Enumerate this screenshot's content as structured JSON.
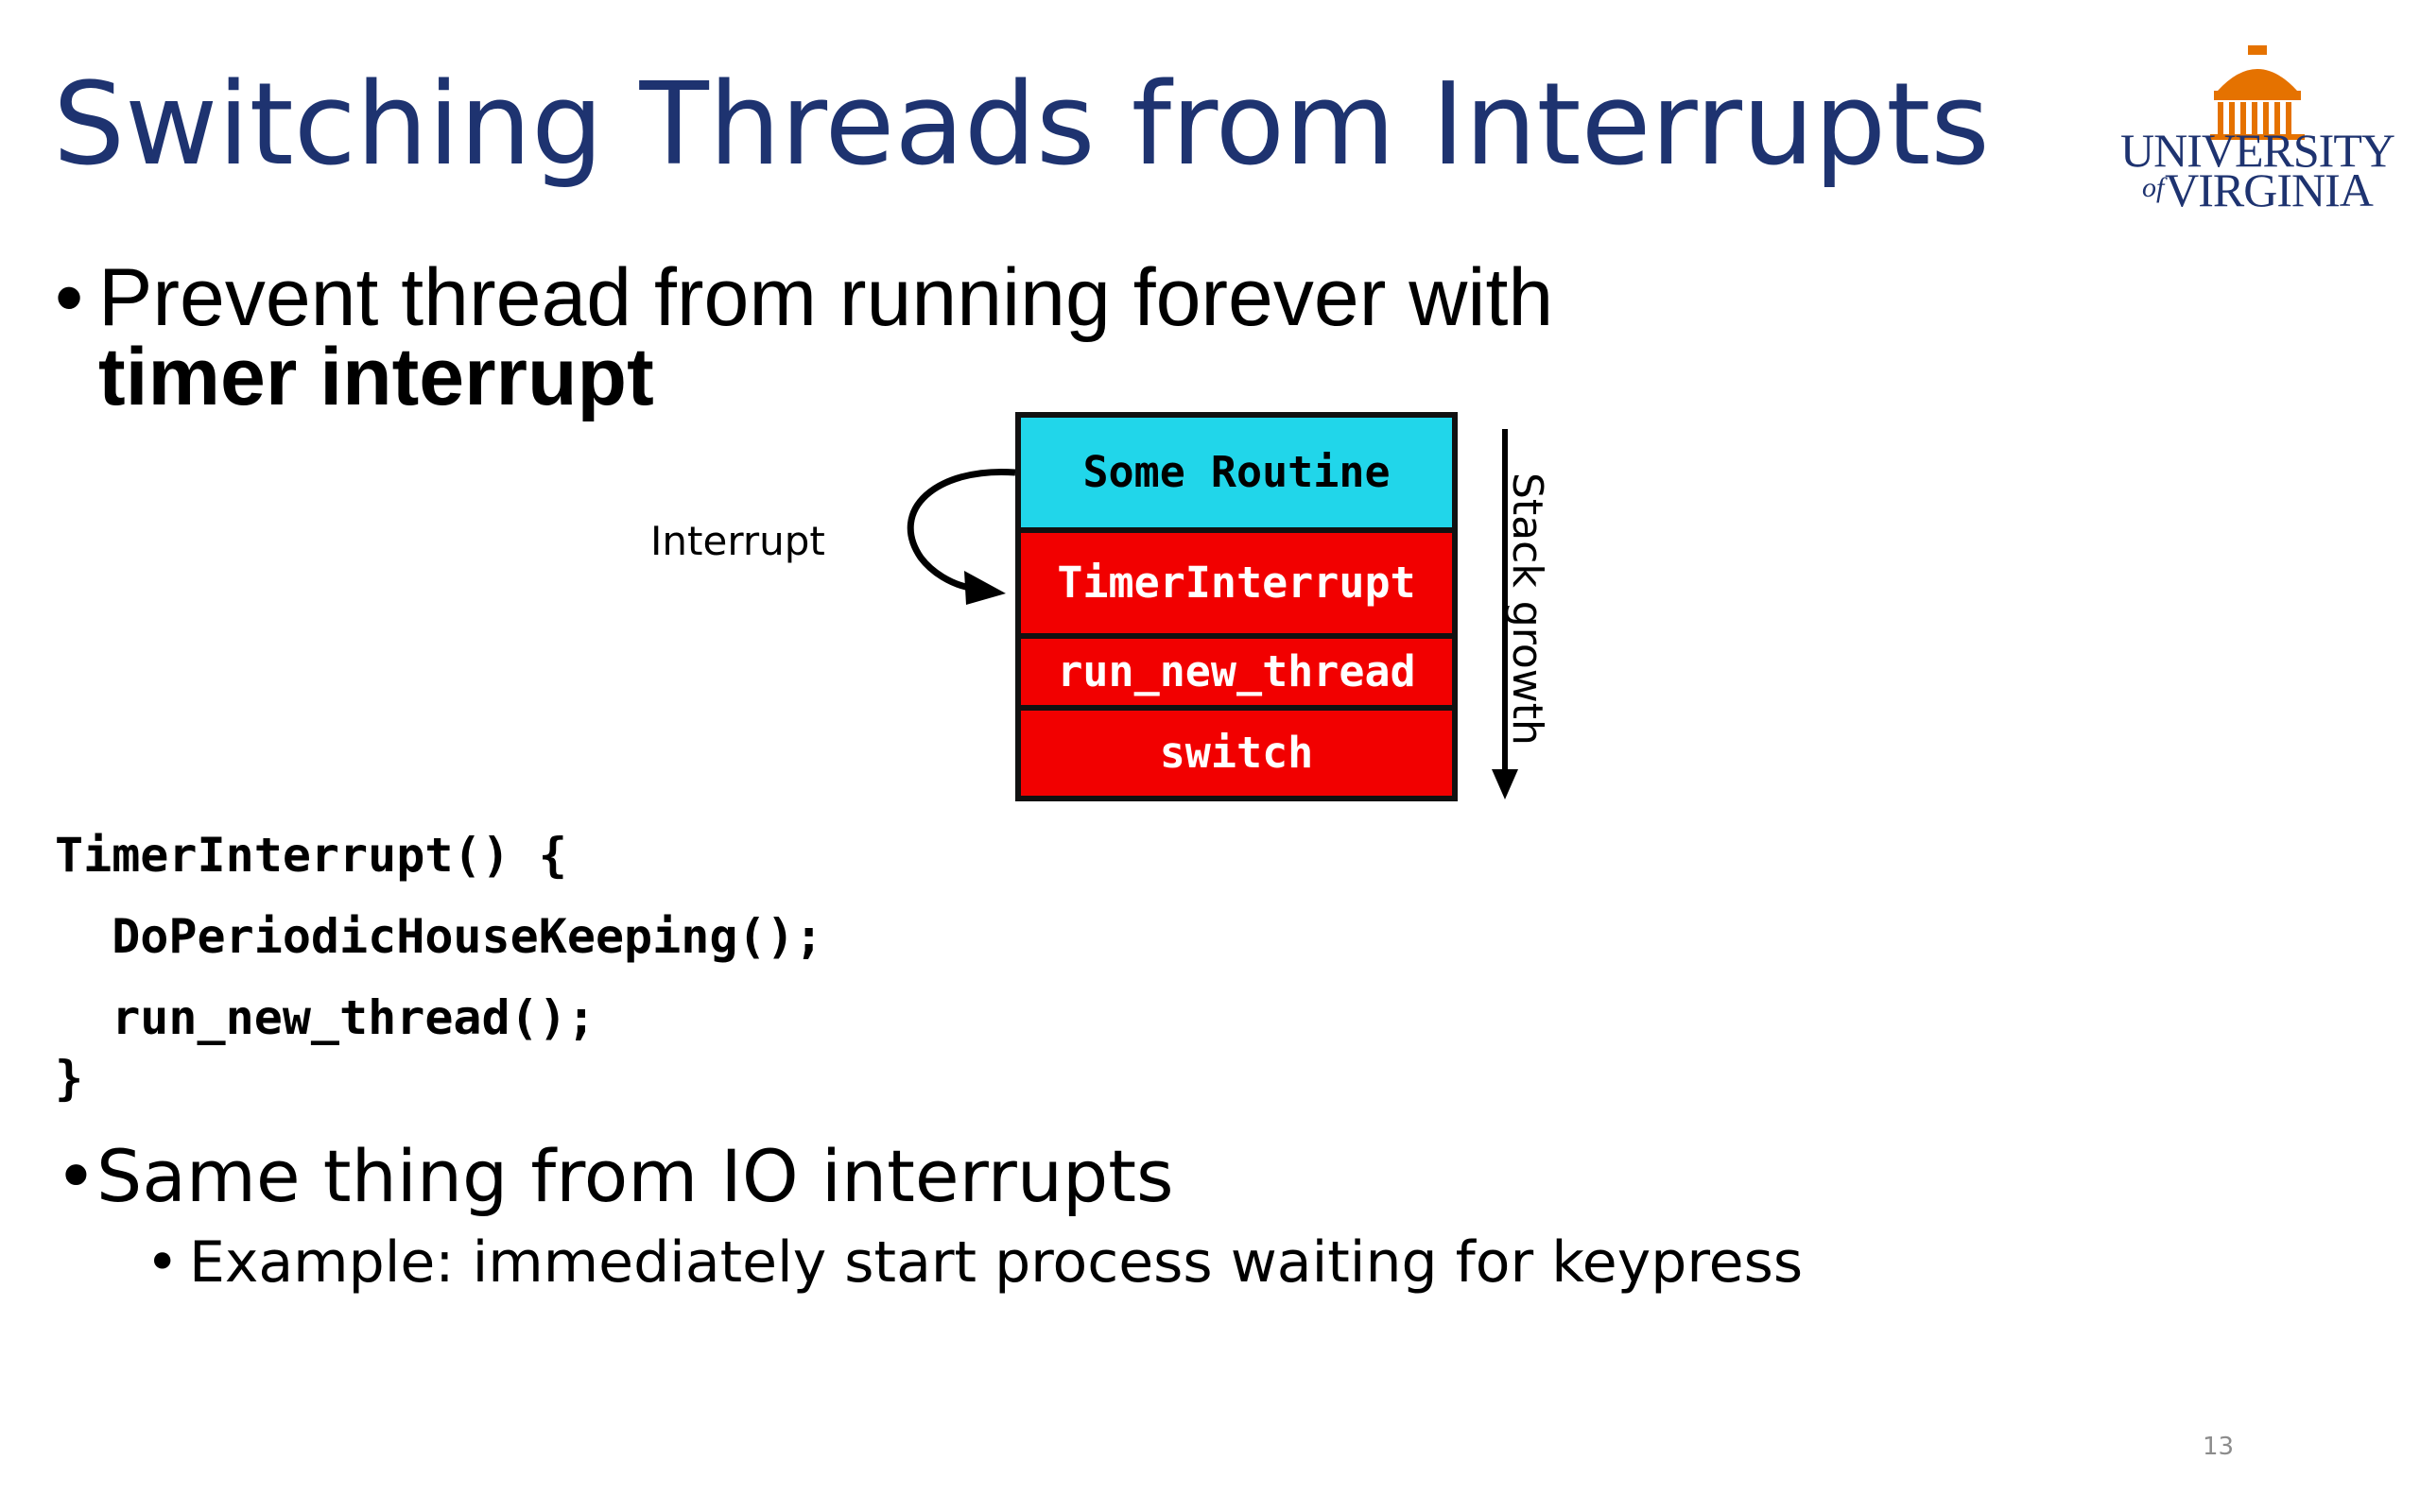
{
  "slide": {
    "title": "Switching Threads from Interrupts",
    "page_number": "13"
  },
  "logo": {
    "line1": "UNIVERSITY",
    "of": "of",
    "line2": "VIRGINIA",
    "dome_color": "#e57200"
  },
  "bullets": {
    "first_text": "Prevent thread from running forever with",
    "first_bold": "timer interrupt",
    "second": "Same thing from IO interrupts",
    "sub": "Example: immediately start process waiting for keypress",
    "marker": "•"
  },
  "diagram": {
    "frames": [
      {
        "label": "Some Routine",
        "color": "#21d6ea"
      },
      {
        "label": "TimerInterrupt",
        "color": "#f20000"
      },
      {
        "label": "run_new_thread",
        "color": "#f20000"
      },
      {
        "label": "switch",
        "color": "#f20000"
      }
    ],
    "interrupt_label": "Interrupt",
    "growth_label": "Stack growth"
  },
  "code": {
    "lines": [
      "TimerInterrupt() {",
      "  DoPeriodicHouseKeeping();",
      "  run_new_thread();",
      "}"
    ]
  },
  "colors": {
    "title": "#1e3370",
    "accent_cyan": "#21d6ea",
    "accent_red": "#f20000"
  }
}
